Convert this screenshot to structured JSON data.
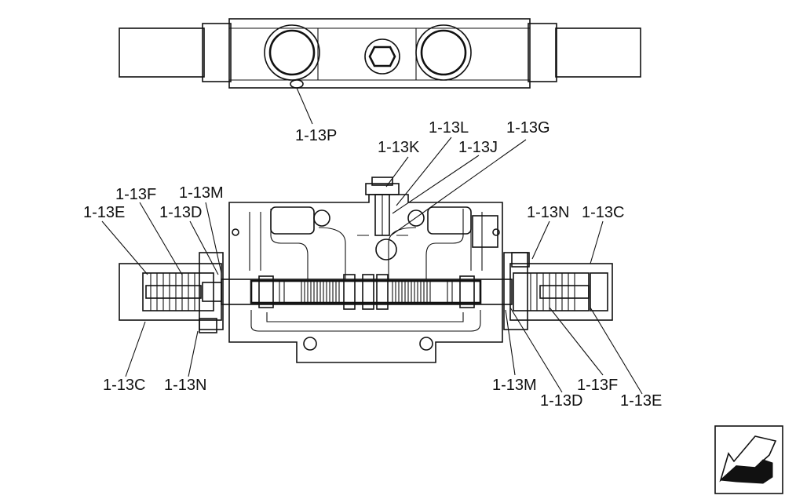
{
  "labels": {
    "p13P": "1-13P",
    "p13L": "1-13L",
    "p13G": "1-13G",
    "p13K": "1-13K",
    "p13J": "1-13J",
    "p13F_left": "1-13F",
    "p13M_left": "1-13M",
    "p13E_left": "1-13E",
    "p13D_left": "1-13D",
    "p13N_right": "1-13N",
    "p13C_right": "1-13C",
    "p13C_left": "1-13C",
    "p13N_left": "1-13N",
    "p13M_right": "1-13M",
    "p13F_right": "1-13F",
    "p13D_right": "1-13D",
    "p13E_right": "1-13E"
  },
  "icons": {
    "nav": "back-arrow-icon"
  }
}
